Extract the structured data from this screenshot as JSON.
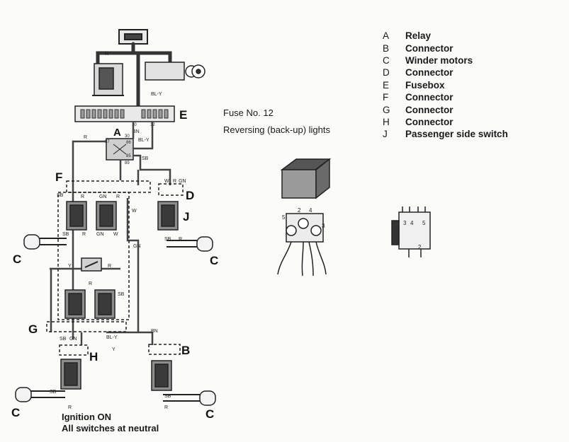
{
  "legend": [
    {
      "key": "A",
      "label": "Relay"
    },
    {
      "key": "B",
      "label": "Connector"
    },
    {
      "key": "C",
      "label": "Winder motors"
    },
    {
      "key": "D",
      "label": "Connector"
    },
    {
      "key": "E",
      "label": "Fusebox"
    },
    {
      "key": "F",
      "label": "Connector"
    },
    {
      "key": "G",
      "label": "Connector"
    },
    {
      "key": "H",
      "label": "Connector"
    },
    {
      "key": "J",
      "label": "Passenger side switch"
    }
  ],
  "fuse": {
    "title": "Fuse No. 12",
    "description": "Reversing (back-up) lights"
  },
  "footer": {
    "line1": "Ignition ON",
    "line2": "All switches at neutral"
  },
  "diagram_labels": {
    "A": "A",
    "B": "B",
    "C": "C",
    "D": "D",
    "E": "E",
    "F": "F",
    "G": "G",
    "H": "H",
    "J": "J",
    "wire_r": "R",
    "wire_sb": "SB",
    "wire_bn": "BN",
    "wire_gn": "GN",
    "wire_w": "W",
    "wire_y": "Y",
    "wire_bly": "BL-Y",
    "fuse_num_10": "10",
    "fuse_num_12": "12",
    "relay_87": "87",
    "relay_30": "30",
    "relay_85": "85",
    "relay_86": "86",
    "relay_89": "89",
    "switch_pin_2": "2",
    "switch_pin_3": "3",
    "switch_pin_4": "4",
    "switch_pin_5": "5"
  }
}
